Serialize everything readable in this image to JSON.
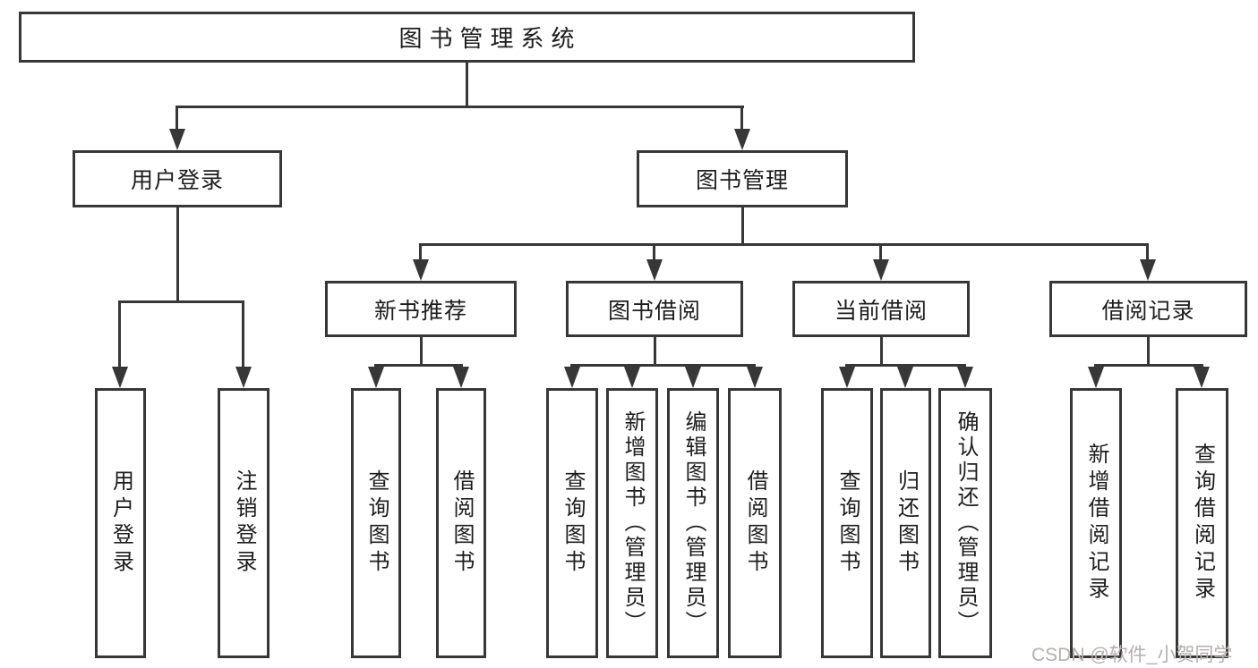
{
  "diagram_title": "图书管理系统",
  "tree": {
    "root": {
      "label": "图书管理系统"
    },
    "branches": [
      {
        "label": "用户登录",
        "children": [
          {
            "label": "用户登录"
          },
          {
            "label": "注销登录"
          }
        ]
      },
      {
        "label": "图书管理",
        "children": [
          {
            "label": "新书推荐",
            "children": [
              {
                "label": "查询图书"
              },
              {
                "label": "借阅图书"
              }
            ]
          },
          {
            "label": "图书借阅",
            "children": [
              {
                "label": "查询图书"
              },
              {
                "label": "新增图书（管理员）"
              },
              {
                "label": "编辑图书（管理员）"
              },
              {
                "label": "借阅图书"
              }
            ]
          },
          {
            "label": "当前借阅",
            "children": [
              {
                "label": "查询图书"
              },
              {
                "label": "归还图书"
              },
              {
                "label": "确认归还（管理员）"
              }
            ]
          },
          {
            "label": "借阅记录",
            "children": [
              {
                "label": "新增借阅记录"
              },
              {
                "label": "查询借阅记录"
              }
            ]
          }
        ]
      }
    ]
  },
  "watermark": "CSDN @软件_小贺同学",
  "colors": {
    "line": "#373737",
    "text": "#1d1d1f",
    "background": "#ffffff",
    "watermark": "#b3b0ad"
  }
}
